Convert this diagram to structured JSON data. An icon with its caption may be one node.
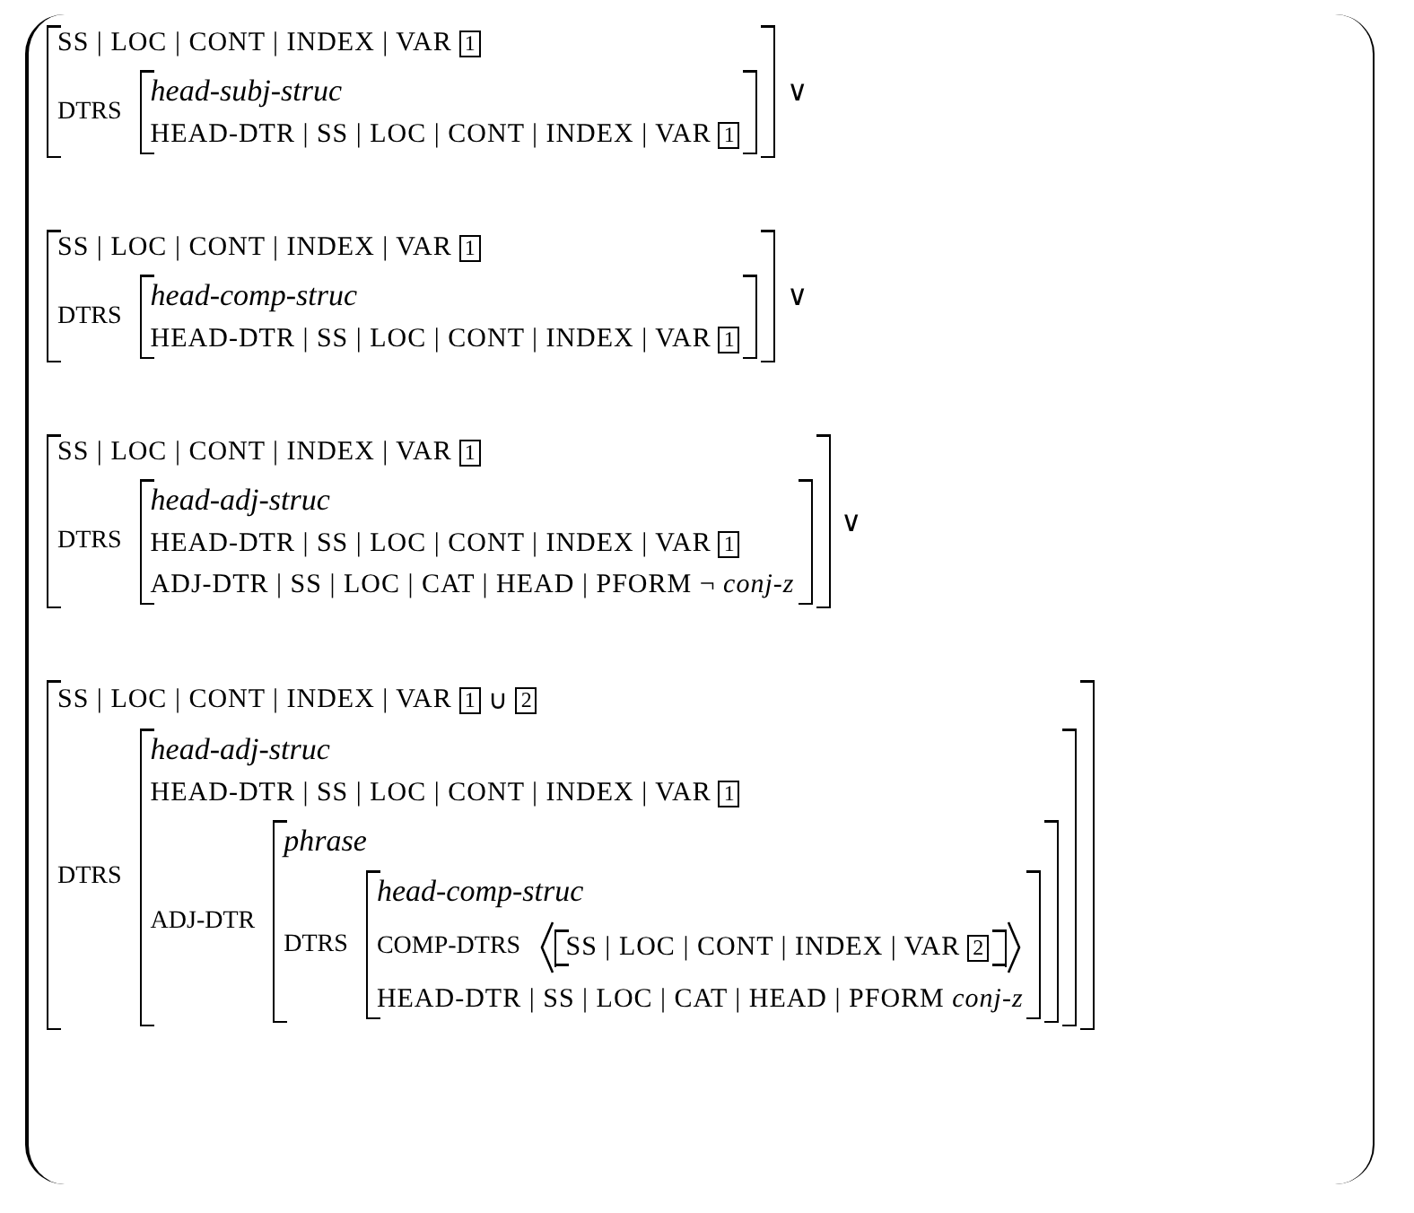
{
  "diagram": {
    "nodes": [
      {
        "text": [],
        "shape": "bracket"
      },
      {
        "text": [
          "SS | LOC | CONT | INDEX | VAR",
          "DTRS"
        ],
        "in": 0,
        "beside": [
          "∨"
        ]
      },
      {
        "text": [
          "1"
        ],
        "in": 1
      },
      {
        "text": [
          "head-subj-struc",
          "HEAD-DTR | SS | LOC | CONT | INDEX | VAR"
        ],
        "in": 1
      },
      {
        "text": [
          "1"
        ],
        "in": 3
      },
      {
        "text": [
          "SS | LOC | CONT | INDEX | VAR",
          "DTRS"
        ],
        "in": 0,
        "beside": [
          "∨"
        ]
      },
      {
        "text": [
          "1"
        ],
        "in": 5
      },
      {
        "text": [
          "head-comp-struc",
          "HEAD-DTR | SS | LOC | CONT | INDEX | VAR"
        ],
        "in": 5
      },
      {
        "text": [
          "1"
        ],
        "in": 7
      },
      {
        "text": [
          "SS | LOC | CONT | INDEX | VAR",
          "DTRS"
        ],
        "in": 0,
        "beside": [
          "∨"
        ]
      },
      {
        "text": [
          "1"
        ],
        "in": 9
      },
      {
        "text": [
          "head-adj-struc",
          "HEAD-DTR | SS | LOC | CONT | INDEX | VAR",
          "ADJ-DTR | SS | LOC | CAT | HEAD | PFORM ¬ *conj-z*"
        ],
        "in": 9
      },
      {
        "text": [
          "1"
        ],
        "in": 11
      },
      {
        "text": [
          "SS | LOC | CONT | INDEX | VAR",
          "∪",
          "DTRS"
        ],
        "in": 0
      },
      {
        "text": [
          "1"
        ],
        "in": 13
      },
      {
        "text": [
          "2"
        ],
        "in": 13
      },
      {
        "text": [
          "head-adj-struc",
          "HEAD-DTR | SS | LOC | CONT | INDEX | VAR",
          "ADJ-DTR"
        ],
        "in": 13
      },
      {
        "text": [
          "1"
        ],
        "in": 16
      },
      {
        "text": [
          "phrase",
          "DTRS"
        ],
        "in": 16
      },
      {
        "text": [
          "head-comp-struc",
          "COMP-DTRS",
          "HEAD-DTR | SS | LOC | CAT | HEAD | PFORM *conj-z*"
        ],
        "in": 18
      },
      {
        "text": [
          "SS | LOC | CONT | INDEX | VAR"
        ],
        "in": 19
      },
      {
        "text": [
          "2"
        ],
        "in": 20
      }
    ],
    "edges": []
  }
}
